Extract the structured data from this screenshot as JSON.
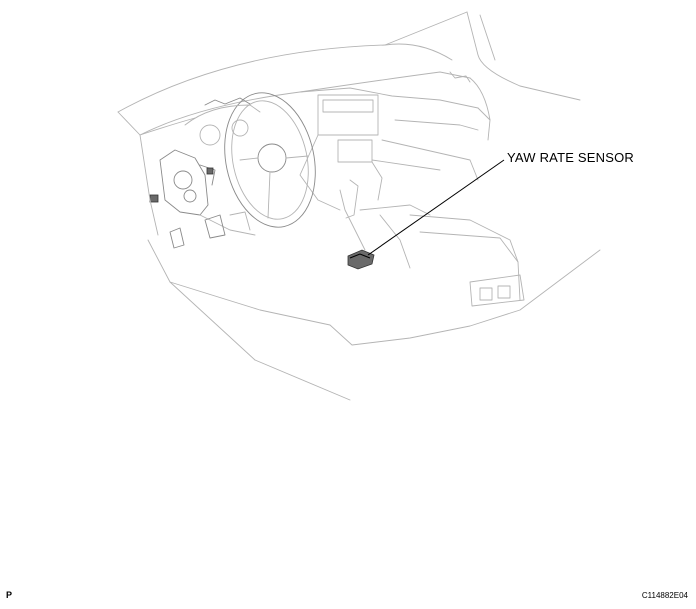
{
  "diagram": {
    "callout_label": "YAW RATE SENSOR",
    "corner_left_text": "P",
    "corner_right_text": "C114882E04"
  }
}
